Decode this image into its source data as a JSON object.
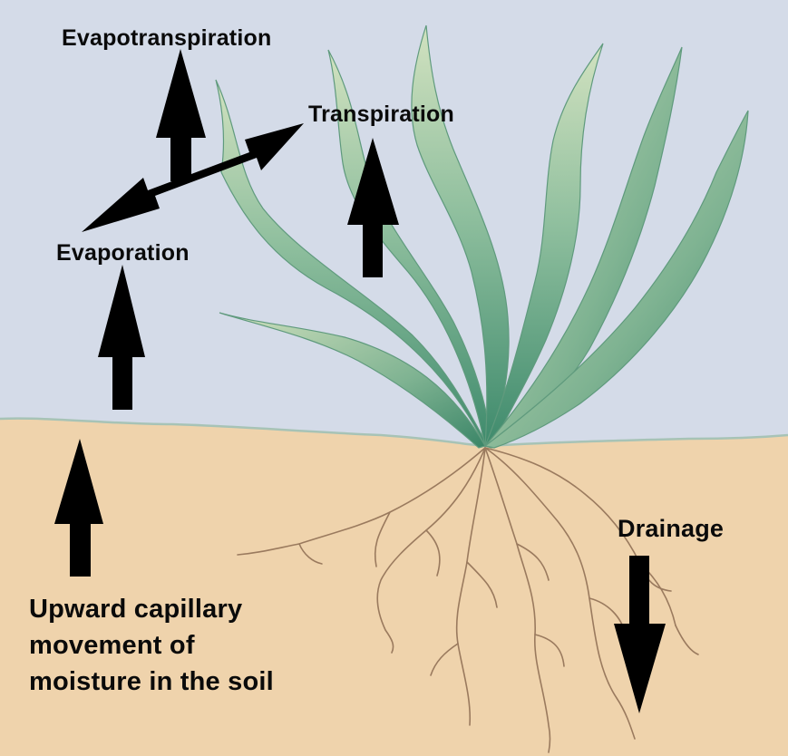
{
  "labels": {
    "evapotranspiration": "Evapotranspiration",
    "transpiration": "Transpiration",
    "evaporation": "Evaporation",
    "drainage": "Drainage",
    "capillary_lines": [
      "Upward capillary",
      "movement of",
      "moisture in the soil"
    ]
  },
  "colors": {
    "sky": "#d4dbe8",
    "soil": "#efd3ac",
    "leaf_light": "#c4d8b4",
    "leaf_dark": "#3e8a6c",
    "root": "#9a7a5e",
    "arrow": "#000000",
    "text": "#0a0a0a"
  },
  "icons": {
    "arrows": [
      "up-arrow-icon",
      "double-headed-arrow-icon",
      "down-arrow-icon"
    ],
    "plant": "plant-icon"
  }
}
